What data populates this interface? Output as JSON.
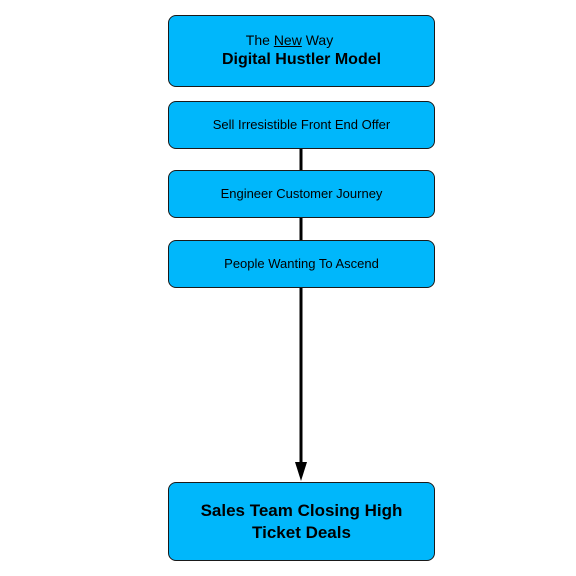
{
  "diagram": {
    "title_box": {
      "prefix": "The",
      "emphasis": "New",
      "suffix": "Way",
      "heading": "Digital Hustler Model"
    },
    "steps": [
      {
        "label": "Sell Irresistible Front End Offer"
      },
      {
        "label": "Engineer Customer Journey"
      },
      {
        "label": "People Wanting To Ascend"
      }
    ],
    "result": {
      "label": "Sales Team Closing High Ticket Deals"
    },
    "colors": {
      "box_fill": "#00b7fb",
      "box_border": "#1a1a1a",
      "connector": "#000000",
      "text": "#000000"
    }
  }
}
